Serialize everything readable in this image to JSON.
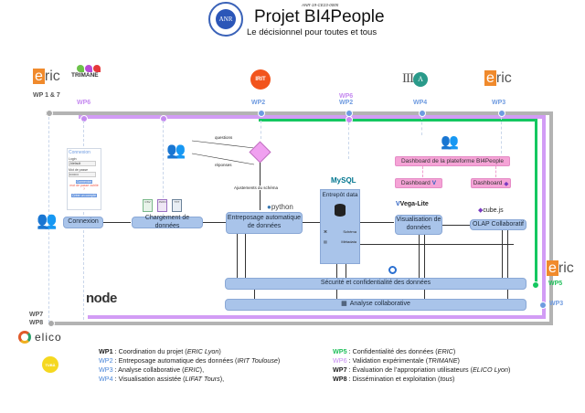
{
  "header": {
    "ref": "ANR-19-CE23-0005",
    "title": "Projet BI4People",
    "subtitle": "Le décisionnel pour toutes et tous",
    "anr_logo": "ANR"
  },
  "logos": {
    "eric": "ric",
    "eric_letter": "e",
    "trimane": "TRIMANE",
    "irit": "IRIT",
    "lifat": "LIFAT",
    "elico": "elico",
    "tuba": "TUBÀ",
    "node": "node",
    "mysql": "MySQL",
    "python": "python",
    "vega": "Vega-Lite",
    "cube": "cube.js"
  },
  "workpackages_markers": {
    "wp1_7": "WP 1 & 7",
    "wp6_left": "WP6",
    "wp2_irit": "WP2",
    "wp6_mid": "WP6",
    "wp2_mid": "WP2",
    "wp4": "WP4",
    "wp3_top": "WP3",
    "wp5": "WP5",
    "wp3_right": "WP3",
    "wp7": "WP7",
    "wp8": "WP8"
  },
  "login_form": {
    "title": "Connexion",
    "login_label": "Login",
    "login_value": "Jdefault",
    "password_label": "Mot de passe",
    "password_value": "••••••••",
    "submit": "Connexion",
    "forgot": "mot de passe oublié ?",
    "create": "Créer un compte"
  },
  "flow": {
    "connexion": "Connexion",
    "chargement": "Chargement de données",
    "entreposage": "Entreposage automatique de données",
    "entrepot_title": "Entrepôt data",
    "schema": "Schéma",
    "metadata": "Métadata",
    "visualisation": "Visualisation de données",
    "olap": "OLAP Collaboratif",
    "securite": "Sécurité et confidentialité des données",
    "analyse": "Analyse collaborative",
    "questions": "questions",
    "reponses": "réponses",
    "ajustements": "Ajustements du schéma",
    "dashboard_platform": "Dashboard de la plateforme BI4People",
    "dashboard_vega": "Dashboard",
    "dashboard_cube": "Dashboard",
    "file_types": [
      "CSV",
      "JSON",
      "TXT"
    ]
  },
  "legend": {
    "left": [
      {
        "code": "WP1",
        "text": " : Coordination du projet (",
        "org": "ERIC Lyon",
        "end": ")",
        "color": "#222222"
      },
      {
        "code": "WP2",
        "text": " : Entreposage automatique des données (",
        "org": "IRIT Toulouse",
        "end": ")",
        "color": "#4a86d8"
      },
      {
        "code": "WP3",
        "text": " : Analyse collaborative (",
        "org": "ERIC",
        "end": "),",
        "color": "#4a86d8"
      },
      {
        "code": "WP4",
        "text": " : Visualisation assistée (",
        "org": "LIFAT Tours",
        "end": "),",
        "color": "#4a86d8"
      }
    ],
    "right": [
      {
        "code": "WP5",
        "text": " : Confidentialité des données (",
        "org": "ERIC",
        "end": ")",
        "color": "#1fbf5a"
      },
      {
        "code": "WP6",
        "text": " : Validation expérimentale (",
        "org": "TRIMANE",
        "end": ")",
        "color": "#c58af0"
      },
      {
        "code": "WP7",
        "text": " : Évaluation de l’appropriation utilisateurs (",
        "org": "ELICO Lyon",
        "end": ")",
        "color": "#222222"
      },
      {
        "code": "WP8",
        "text": " : Dissémination et exploitation (",
        "org": "tous",
        "end": ")",
        "color": "#222222"
      }
    ]
  },
  "colors": {
    "grey_track": "#b3b3b3",
    "purple_track": "#d29cf5",
    "green_track": "#14c760",
    "box_blue": "#a9c4ea",
    "pink": "#f5a3d6",
    "wp_blue": "#6f9be0"
  }
}
